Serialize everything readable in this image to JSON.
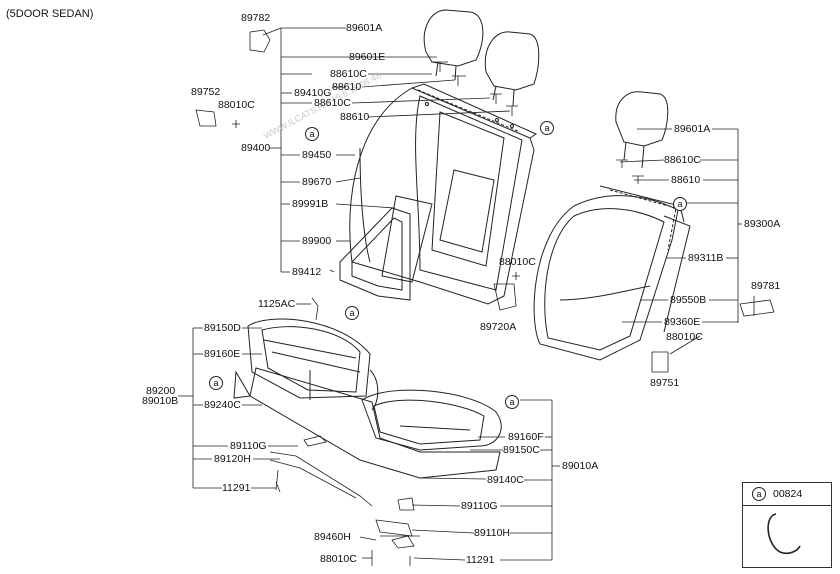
{
  "title": "(5DOOR SEDAN)",
  "callout_marker": "a",
  "watermark": "WWW.ILCATS.RU 19.5.18 06:48",
  "legend": {
    "marker": "a",
    "part": "00824"
  },
  "labels": {
    "p89782": "89782",
    "p89601A_top": "89601A",
    "p89601E": "89601E",
    "p88610C_1": "88610C",
    "p89410G": "89410G",
    "p88610_1": "88610",
    "p88610C_2": "88610C",
    "p88610_2": "88610",
    "p89752": "89752",
    "p88010C_left": "88010C",
    "p89400": "89400",
    "p89450": "89450",
    "p89670": "89670",
    "p89991B": "89991B",
    "p89900": "89900",
    "p89412": "89412",
    "p88010C_mid": "88010C",
    "p89720A": "89720A",
    "p89601A_right": "89601A",
    "p88610C_right": "88610C",
    "p88610_right": "88610",
    "p89300A": "89300A",
    "p89311B": "89311B",
    "p89781": "89781",
    "p89550B": "89550B",
    "p89360E": "89360E",
    "p88010C_right": "88010C",
    "p89751": "89751",
    "p1125AC": "1125AC",
    "p89150D": "89150D",
    "p89160E": "89160E",
    "p89200": "89200",
    "p89010B": "89010B",
    "p89240C": "89240C",
    "p89110G_left": "89110G",
    "p89120H": "89120H",
    "p11291_left": "11291",
    "p89160F": "89160F",
    "p89150C": "89150C",
    "p89010A": "89010A",
    "p89140C": "89140C",
    "p89110G_right": "89110G",
    "p89110H": "89110H",
    "p89460H": "89460H",
    "p88010C_bottom": "88010C",
    "p11291_bottom": "11291"
  }
}
